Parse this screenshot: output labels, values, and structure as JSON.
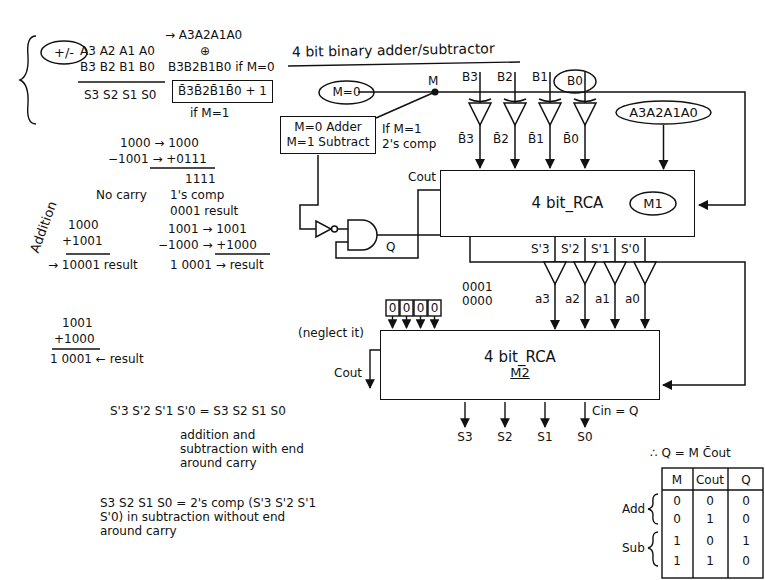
{
  "diagram": {
    "title": "4 bit binary adder/subtractor",
    "nodes": [
      {
        "text": [
          "+/-"
        ]
      },
      {
        "text": [
          "M=0"
        ]
      },
      {
        "text": [
          "B0"
        ]
      },
      {
        "text": [
          "B̄3B̄2B̄1B̄0 + 1"
        ]
      },
      {
        "text": [
          "A3A2A1A0"
        ]
      },
      {
        "text": [
          "M=0 Adder M=1 Subtract"
        ]
      },
      {
        "text": [
          "4 bit_RCA"
        ]
      },
      {
        "text": [
          "M1"
        ],
        "in": 6
      },
      {
        "text": [
          "4 bit_RCA",
          "M2"
        ]
      }
    ],
    "edges": [
      {
        "from": 4,
        "to": 6,
        "arrow": "to"
      },
      {
        "from": 6,
        "to": 8,
        "arrow": "to"
      }
    ],
    "labels": [
      "A3 A2 A1 A0",
      "B3 B2 B1 B0",
      "S3 S2 S1 S0",
      "→ A3A2A1A0",
      "⊕",
      "B3B2B1B0 if M=0",
      "if M=1",
      "1000 → 1000",
      "−1001 → +0111",
      "1111",
      "No carry",
      "1's comp",
      "0001 result",
      "Addition",
      "1000",
      "+1001",
      "→ 10001 result",
      "1001 → 1001",
      "−1000 → +1000",
      "1 0001 → result",
      "1001",
      "+1000",
      "1 0001 ← result",
      "S'3 S'2 S'1 S'0 = S3 S2 S1 S0",
      "addition and subtraction with end around carry",
      "S3 S2 S1 S0 = 2's comp (S'3 S'2 S'1 S'0) in subtraction without end around carry",
      "M",
      "B3",
      "B2",
      "B1",
      "If M=1",
      "2's comp",
      "B̄3",
      "B̄2",
      "B̄1",
      "B̄0",
      "Cout",
      "Q",
      "S'3",
      "S'2",
      "S'1",
      "S'0",
      "a3",
      "a2",
      "a1",
      "a0",
      "0001",
      "0000",
      "0",
      "0",
      "0",
      "0",
      "(neglect it)",
      "Cout",
      "Cin = Q",
      "S3",
      "S2",
      "S1",
      "S0",
      "∴ Q = M C̄out",
      "M",
      "Cout",
      "Q",
      "Add",
      "Sub",
      "0",
      "0",
      "0",
      "0",
      "1",
      "0",
      "1",
      "0",
      "1",
      "1",
      "1",
      "0"
    ]
  }
}
